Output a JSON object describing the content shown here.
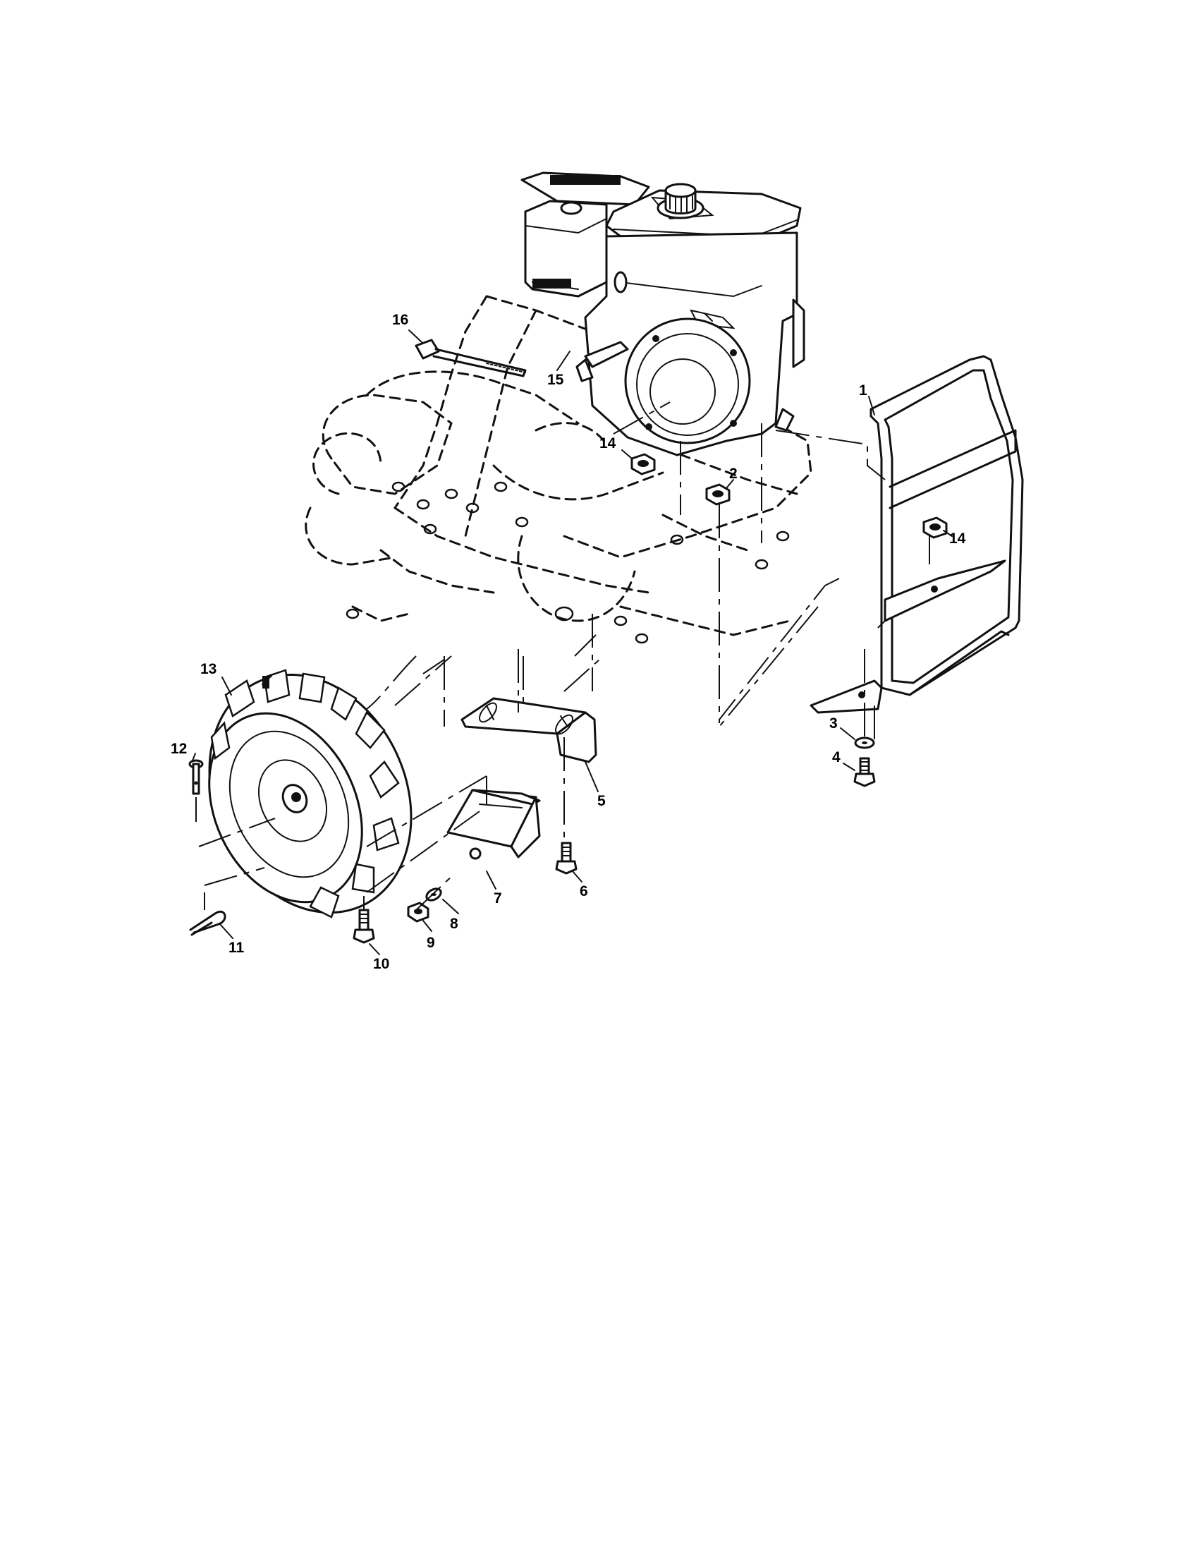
{
  "parts": [
    {
      "id": "1",
      "label": "1"
    },
    {
      "id": "2",
      "label": "2"
    },
    {
      "id": "3",
      "label": "3"
    },
    {
      "id": "4",
      "label": "4"
    },
    {
      "id": "5",
      "label": "5"
    },
    {
      "id": "6",
      "label": "6"
    },
    {
      "id": "7",
      "label": "7"
    },
    {
      "id": "8",
      "label": "8"
    },
    {
      "id": "9",
      "label": "9"
    },
    {
      "id": "10",
      "label": "10"
    },
    {
      "id": "11",
      "label": "11"
    },
    {
      "id": "12",
      "label": "12"
    },
    {
      "id": "13",
      "label": "13"
    },
    {
      "id": "14a",
      "label": "14"
    },
    {
      "id": "14b",
      "label": "14"
    },
    {
      "id": "15",
      "label": "15"
    },
    {
      "id": "16",
      "label": "16"
    }
  ]
}
